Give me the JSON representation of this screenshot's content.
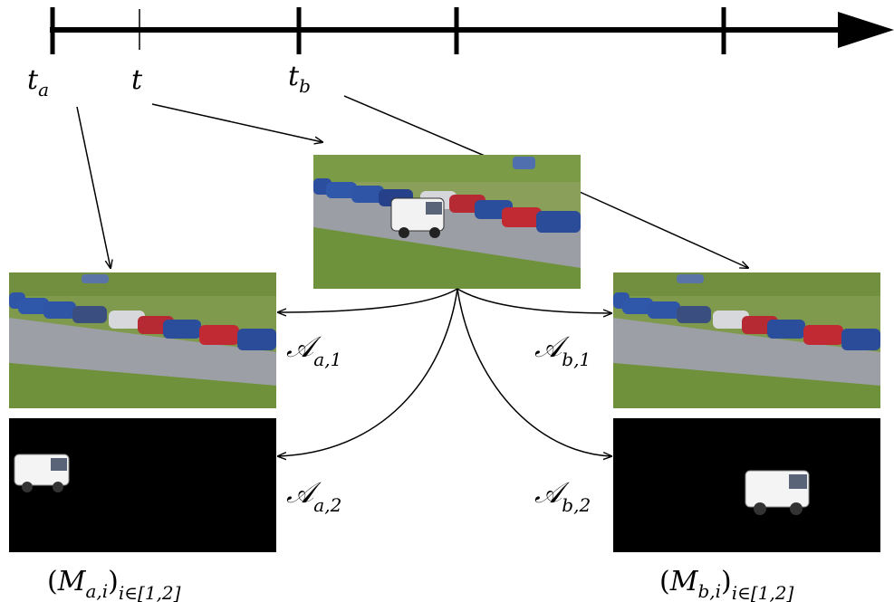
{
  "timeline": {
    "labels": {
      "ta": {
        "main": "t",
        "sub": "a"
      },
      "t": {
        "main": "t"
      },
      "tb": {
        "main": "t",
        "sub": "b"
      }
    }
  },
  "frames": {
    "current": {
      "description_icon": "parking-lot-with-van-frame-icon"
    },
    "frame_a": {
      "description_icon": "parking-lot-background-frame-icon"
    },
    "frame_b": {
      "description_icon": "parking-lot-background-frame-icon"
    },
    "mask_a": {
      "description_icon": "van-mask-left-icon"
    },
    "mask_b": {
      "description_icon": "van-mask-right-icon"
    }
  },
  "affine_labels": {
    "a1": {
      "main": "𝒜",
      "sub": "a,1"
    },
    "a2": {
      "main": "𝒜",
      "sub": "a,2"
    },
    "b1": {
      "main": "𝒜",
      "sub": "b,1"
    },
    "b2": {
      "main": "𝒜",
      "sub": "b,2"
    }
  },
  "set_labels": {
    "a": {
      "open": "(",
      "main": "M",
      "sub_inner": "a,i",
      "close": ")",
      "sub_outer": "i∈[1,2]"
    },
    "b": {
      "open": "(",
      "main": "M",
      "sub_inner": "b,i",
      "close": ")",
      "sub_outer": "i∈[1,2]"
    }
  },
  "colors": {
    "line": "#000000",
    "grass": "#6f8f3a",
    "road": "#9a9ca3",
    "mask_bg": "#000000"
  }
}
